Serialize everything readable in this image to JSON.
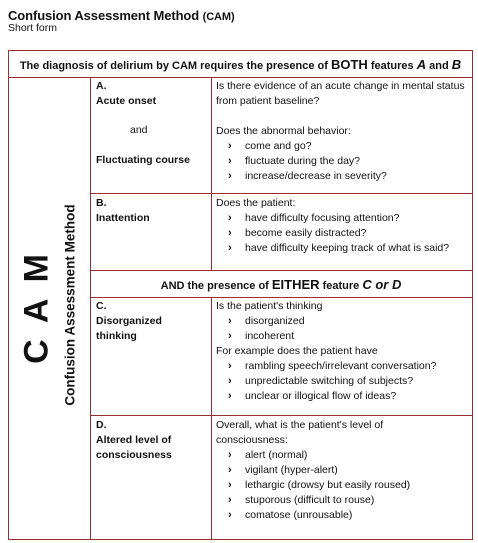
{
  "header": {
    "title_main": "Confusion Assessment Method",
    "title_abbr": "(CAM)",
    "subtitle": "Short form"
  },
  "banner1": {
    "pre": "The diagnosis of delirium by CAM requires the presence of ",
    "both": "BOTH",
    "mid": " features ",
    "a": "A",
    "and": " and ",
    "b": "B"
  },
  "side": {
    "cam": "C A M",
    "label": "Confusion Assessment Method"
  },
  "featureA": {
    "letter": "A.",
    "name1": "Acute onset",
    "and_word": "and",
    "name2": "Fluctuating course",
    "q1": "Is there evidence of an acute change in mental status from patient baseline?",
    "q2": "Does the abnormal behavior:",
    "bullets": [
      "come and go?",
      "fluctuate during the day?",
      "increase/decrease in severity?"
    ]
  },
  "featureB": {
    "letter": "B.",
    "name": "Inattention",
    "q": "Does the patient:",
    "bullets": [
      "have difficulty focusing attention?",
      "become easily distracted?",
      "have difficulty keeping track of what is said?"
    ]
  },
  "banner2": {
    "pre": "AND the presence of ",
    "either": "EITHER",
    "mid": " feature ",
    "cd": "C or D"
  },
  "featureC": {
    "letter": "C.",
    "name1": "Disorganized",
    "name2": "thinking",
    "q1": "Is the patient's thinking",
    "bullets1": [
      "disorganized",
      "incoherent"
    ],
    "q2": "For example does the patient have",
    "bullets2": [
      "rambling speech/irrelevant conversation?",
      "unpredictable switching of subjects?",
      "unclear or illogical flow of ideas?"
    ]
  },
  "featureD": {
    "letter": "D.",
    "name1": "Altered level of",
    "name2": "consciousness",
    "q": "Overall, what is the patient's level of consciousness:",
    "bullets": [
      "alert (normal)",
      "vigilant (hyper-alert)",
      "lethargic (drowsy but easily roused)",
      "stuporous (difficult to rouse)",
      "comatose (unrousable)"
    ]
  },
  "colors": {
    "border": "#9a2f30",
    "text": "#111111"
  }
}
